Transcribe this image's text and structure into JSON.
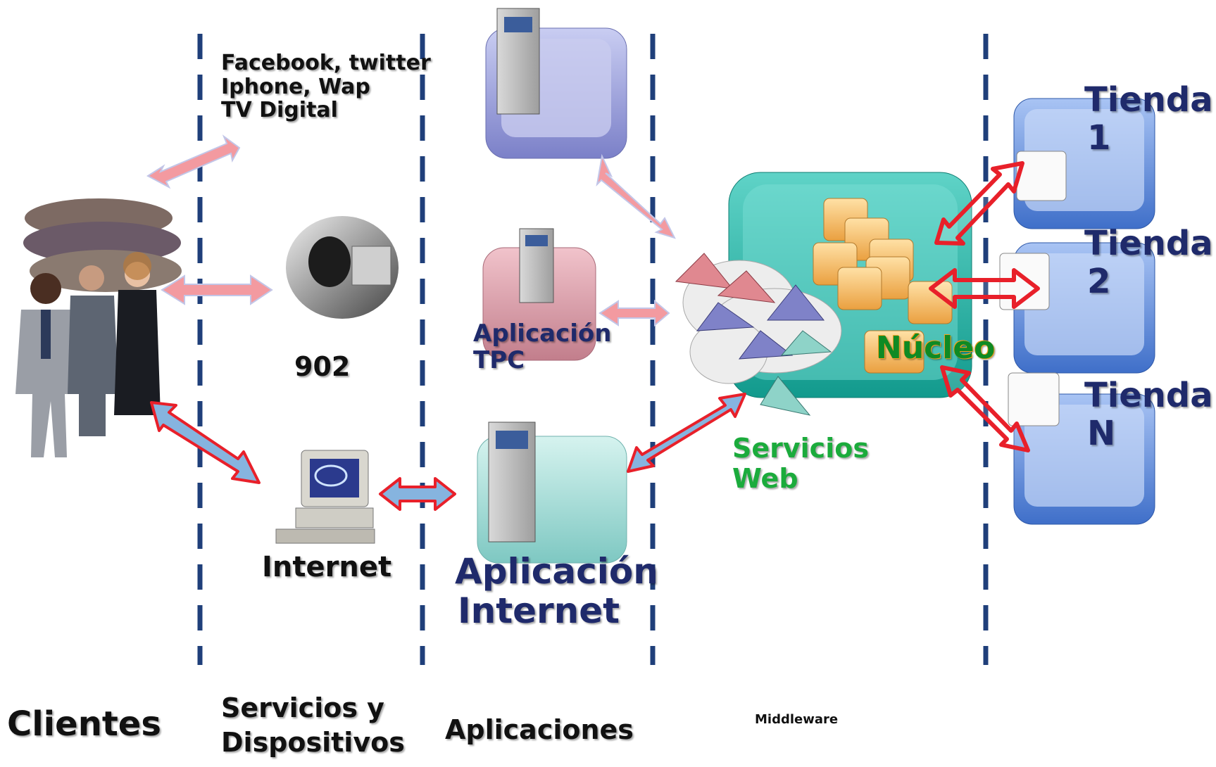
{
  "services_list": {
    "line1": "Facebook, twitter",
    "line2": "Iphone, Wap",
    "line3": "TV Digital"
  },
  "phone_label": "902",
  "internet_label": "Internet",
  "app_tpc": {
    "line1": "Aplicación",
    "line2": "TPC"
  },
  "app_internet": {
    "line1": "Aplicación",
    "line2": "Internet"
  },
  "web_services": {
    "line1": "Servicios",
    "line2": "Web"
  },
  "core_label": "Núcleo",
  "stores": [
    {
      "name": "Tienda",
      "id": "1"
    },
    {
      "name": "Tienda",
      "id": "2"
    },
    {
      "name": "Tienda",
      "id": "N"
    }
  ],
  "columns": {
    "clientes": "Clientes",
    "servicios": {
      "line1": "Servicios y",
      "line2": "Dispositivos"
    },
    "aplicaciones": "Aplicaciones",
    "middleware": "Middleware"
  },
  "colors": {
    "divider": "#1f3f7a",
    "label_navy": "#1f2a6b",
    "label_green": "#1bab3c",
    "arrow_pink": "#f39aa0",
    "arrow_blue": "#86b4df",
    "arrow_red": "#e8202a",
    "store_blue": "#6e97e2",
    "core_teal": "#27b5a8"
  }
}
